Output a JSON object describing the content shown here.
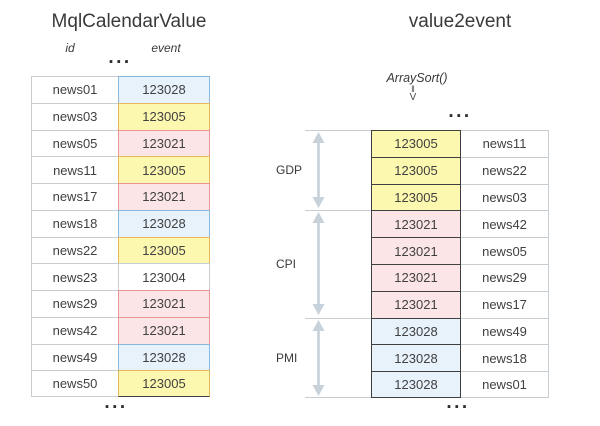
{
  "left_panel": {
    "title": "MqlCalendarValue",
    "col_headers": {
      "id": "id",
      "event": "event"
    },
    "rows": [
      {
        "id": "news01",
        "event": "123028",
        "type": "blue"
      },
      {
        "id": "news03",
        "event": "123005",
        "type": "yellow"
      },
      {
        "id": "news05",
        "event": "123021",
        "type": "pink"
      },
      {
        "id": "news11",
        "event": "123005",
        "type": "yellow"
      },
      {
        "id": "news17",
        "event": "123021",
        "type": "pink"
      },
      {
        "id": "news18",
        "event": "123028",
        "type": "blue"
      },
      {
        "id": "news22",
        "event": "123005",
        "type": "yellow"
      },
      {
        "id": "news23",
        "event": "123004",
        "type": "plain"
      },
      {
        "id": "news29",
        "event": "123021",
        "type": "pink"
      },
      {
        "id": "news42",
        "event": "123021",
        "type": "pink"
      },
      {
        "id": "news49",
        "event": "123028",
        "type": "blue"
      },
      {
        "id": "news50",
        "event": "123005",
        "type": "yellow"
      }
    ]
  },
  "right_panel": {
    "title": "value2event",
    "annotation": "ArraySort()",
    "sort_symbol_top": "‖",
    "sort_symbol_bottom": "V",
    "groups": [
      {
        "label": "GDP",
        "type": "yellow",
        "rows": [
          {
            "event": "123005",
            "id": "news11"
          },
          {
            "event": "123005",
            "id": "news22"
          },
          {
            "event": "123005",
            "id": "news03"
          }
        ]
      },
      {
        "label": "CPI",
        "type": "pink",
        "rows": [
          {
            "event": "123021",
            "id": "news42"
          },
          {
            "event": "123021",
            "id": "news05"
          },
          {
            "event": "123021",
            "id": "news29"
          },
          {
            "event": "123021",
            "id": "news17"
          }
        ]
      },
      {
        "label": "PMI",
        "type": "blue",
        "rows": [
          {
            "event": "123028",
            "id": "news49"
          },
          {
            "event": "123028",
            "id": "news18"
          },
          {
            "event": "123028",
            "id": "news01"
          }
        ]
      }
    ]
  },
  "ellipsis": "...",
  "colors": {
    "grid_gray": "#c8cdd2",
    "blue_bg": "#e8f2fb",
    "blue_border": "#8bb8e0",
    "yellow_bg": "#fdf8b0",
    "yellow_border": "#e6b75d",
    "pink_bg": "#fce5e7",
    "pink_border": "#e89396",
    "arrow_gray": "#c7d1d9",
    "text": "#3a3a3a"
  }
}
